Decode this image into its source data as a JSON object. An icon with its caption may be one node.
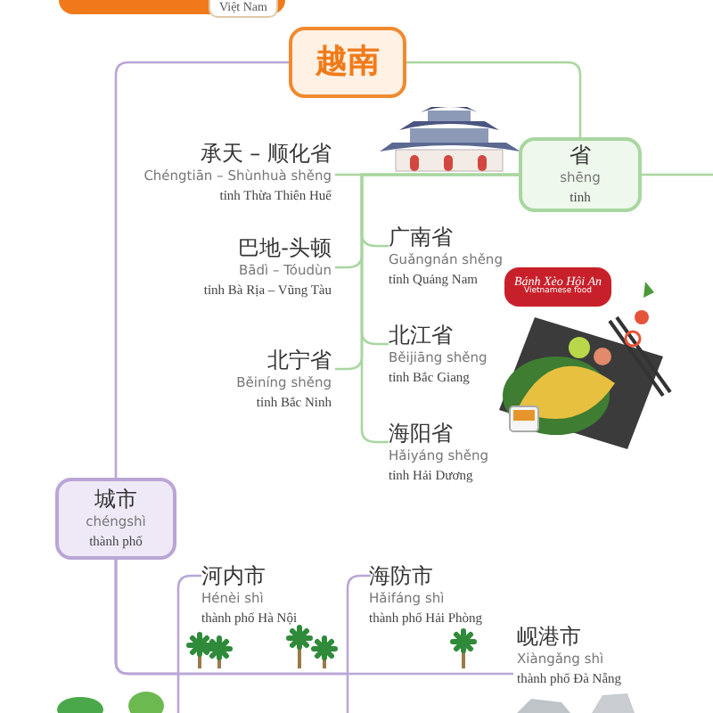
{
  "diagram": {
    "nodes": [
      {
        "text": [
          "越南"
        ]
      },
      {
        "text": [
          "省",
          "shēng",
          "tỉnh"
        ]
      },
      {
        "text": [
          "城市",
          "chéngshì",
          "thành phố"
        ]
      },
      {
        "text": [
          "承天 – 顺化省",
          "Chéngtiān – Shùnhuà shěng",
          "tỉnh Thừa Thiên Huế"
        ]
      },
      {
        "text": [
          "巴地-头顿",
          "Bādì – Tóudùn",
          "tỉnh Bà Rịa – Vũng Tàu"
        ]
      },
      {
        "text": [
          "广南省",
          "Guǎngnán shěng",
          "tỉnh Quảng Nam"
        ]
      },
      {
        "text": [
          "北宁省",
          "Běiníng shěng",
          "tỉnh Bắc Ninh"
        ]
      },
      {
        "text": [
          "北江省",
          "Běijiāng shěng",
          "tỉnh Bắc Giang"
        ]
      },
      {
        "text": [
          "海阳省",
          "Hǎiyáng shěng",
          "tỉnh Hải Dương"
        ]
      },
      {
        "text": [
          "河内市",
          "Hénèi shì",
          "thành phố Hà Nội"
        ]
      },
      {
        "text": [
          "海防市",
          "Hǎifáng shì",
          "thành phố Hải Phòng"
        ]
      },
      {
        "text": [
          "岘港市",
          "Xiàngǎng shì",
          "thành phố Đà Nẵng"
        ]
      }
    ],
    "edges": [
      {
        "from": 0,
        "to": 1,
        "arrow": "none"
      },
      {
        "from": 0,
        "to": 2,
        "arrow": "none",
        "color": "#b9a6d6"
      },
      {
        "from": 1,
        "to": 3,
        "arrow": "none"
      },
      {
        "from": 1,
        "to": 4,
        "arrow": "none"
      },
      {
        "from": 1,
        "to": 5,
        "arrow": "none"
      },
      {
        "from": 1,
        "to": 6,
        "arrow": "none"
      },
      {
        "from": 1,
        "to": 7,
        "arrow": "none"
      },
      {
        "from": 1,
        "to": 8,
        "arrow": "none"
      },
      {
        "from": 1,
        "to": null,
        "arrow": "none"
      },
      {
        "from": 2,
        "to": 9,
        "arrow": "none",
        "color": "#b9a6d6"
      },
      {
        "from": 2,
        "to": 10,
        "arrow": "none",
        "color": "#b9a6d6"
      },
      {
        "from": 2,
        "to": 11,
        "arrow": "none",
        "color": "#b9a6d6"
      }
    ],
    "labels": [
      "Việt Nam",
      "Bánh Xèo Hội An",
      "Vietnamese food"
    ]
  }
}
